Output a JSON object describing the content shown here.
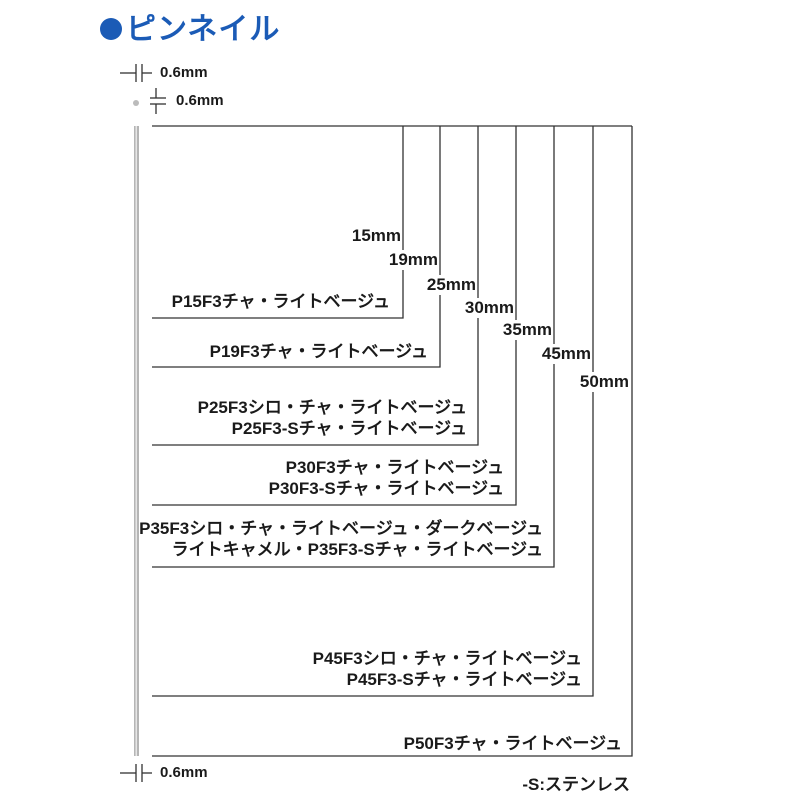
{
  "title": "ピンネイル",
  "dimensions": {
    "head_width": "0.6mm",
    "head_height": "0.6mm",
    "shank": "0.6mm"
  },
  "lengths": [
    "15mm",
    "19mm",
    "25mm",
    "30mm",
    "35mm",
    "45mm",
    "50mm"
  ],
  "products": [
    [
      "P15F3チャ・ライトベージュ"
    ],
    [
      "P19F3チャ・ライトベージュ"
    ],
    [
      "P25F3シロ・チャ・ライトベージュ",
      "P25F3-Sチャ・ライトベージュ"
    ],
    [
      "P30F3チャ・ライトベージュ",
      "P30F3-Sチャ・ライトベージュ"
    ],
    [
      "P35F3シロ・チャ・ライトベージュ・ダークベージュ",
      "ライトキャメル・P35F3-Sチャ・ライトベージュ"
    ],
    [
      "P45F3シロ・チャ・ライトベージュ",
      "P45F3-Sチャ・ライトベージュ"
    ],
    [
      "P50F3チャ・ライトベージュ"
    ]
  ],
  "legend_note": "-S:ステンレス"
}
